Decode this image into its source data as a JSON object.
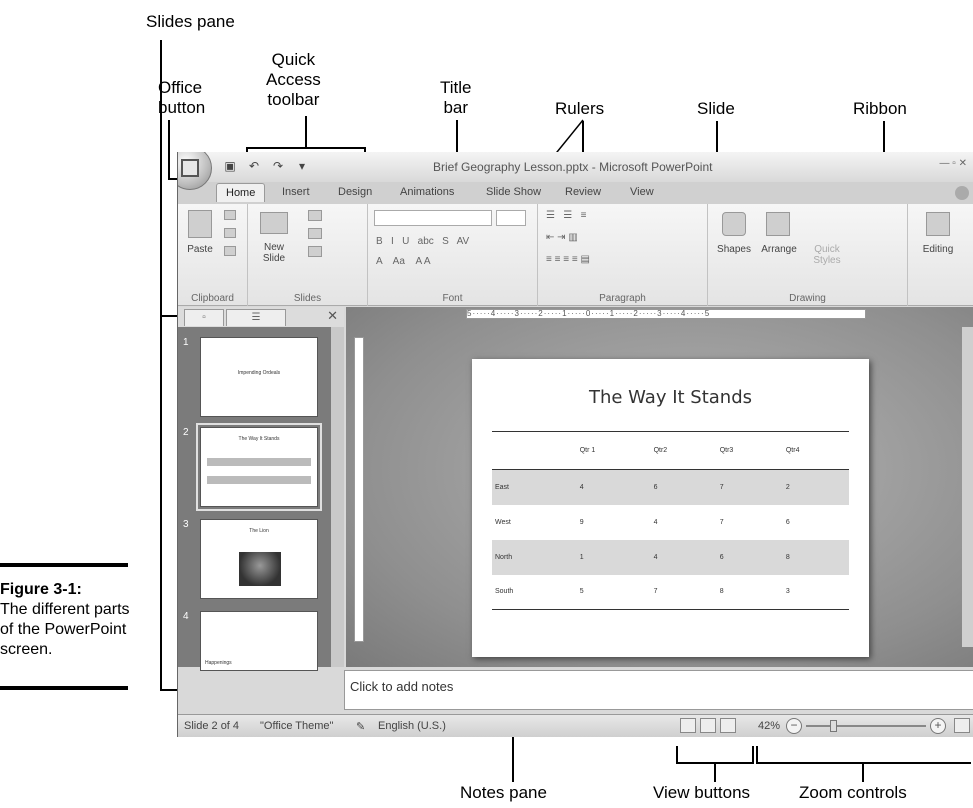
{
  "callouts": {
    "slides_pane": "Slides pane",
    "office_button": [
      "Office",
      "button"
    ],
    "quick_access": [
      "Quick",
      "Access",
      "toolbar"
    ],
    "title_bar": [
      "Title",
      "bar"
    ],
    "rulers": "Rulers",
    "slide": "Slide",
    "ribbon": "Ribbon",
    "notes_pane": "Notes pane",
    "view_buttons": "View buttons",
    "zoom_controls": "Zoom controls"
  },
  "caption": {
    "figure": "Figure 3-1:",
    "text": "The different parts of the PowerPoint screen."
  },
  "window": {
    "title": "Brief Geography Lesson.pptx - Microsoft PowerPoint",
    "tabs": [
      "Home",
      "Insert",
      "Design",
      "Animations",
      "Slide Show",
      "Review",
      "View"
    ],
    "active_tab": "Home"
  },
  "ribbon": {
    "clipboard": {
      "label": "Clipboard",
      "paste": "Paste"
    },
    "slides": {
      "label": "Slides",
      "new_slide": "New Slide"
    },
    "font": {
      "label": "Font"
    },
    "paragraph": {
      "label": "Paragraph"
    },
    "drawing": {
      "label": "Drawing",
      "shapes": "Shapes",
      "arrange": "Arrange",
      "quick_styles": "Quick Styles"
    },
    "editing": {
      "label": "Editing"
    }
  },
  "rulers": {
    "horizontal": "5·····4·····3·····2·····1·····0·····1·····2·····3·····4·····5"
  },
  "thumbnails": [
    {
      "number": "1",
      "text": "Impending Ordeals"
    },
    {
      "number": "2",
      "text": "The Way It Stands"
    },
    {
      "number": "3",
      "text": "The Lion"
    },
    {
      "number": "4",
      "text": "Happenings"
    }
  ],
  "slide": {
    "title": "The Way It Stands",
    "table": {
      "headers": [
        "",
        "Qtr 1",
        "Qtr2",
        "Qtr3",
        "Qtr4"
      ],
      "rows": [
        [
          "East",
          "4",
          "6",
          "7",
          "2"
        ],
        [
          "West",
          "9",
          "4",
          "7",
          "6"
        ],
        [
          "North",
          "1",
          "4",
          "6",
          "8"
        ],
        [
          "South",
          "5",
          "7",
          "8",
          "3"
        ]
      ]
    }
  },
  "notes": {
    "placeholder": "Click to add notes"
  },
  "status": {
    "slide_count": "Slide 2 of 4",
    "theme": "\"Office Theme\"",
    "language": "English (U.S.)",
    "zoom": "42%"
  }
}
